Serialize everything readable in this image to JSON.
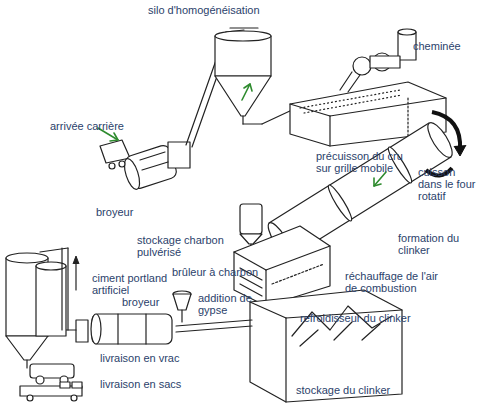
{
  "diagram": {
    "labels": [
      "silo d'homogénéisation",
      "cheminée",
      "arrivée carrière",
      "précuisson du cru sur grille mobile",
      "cuisson dans le four rotatif",
      "broyeur",
      "formation du clinker",
      "stockage charbon pulvérisé",
      "brûleur à charbon",
      "réchauffage de l'air de combustion",
      "ciment portland artificiel",
      "broyeur",
      "addition de gypse",
      "refroidisseur du clinker",
      "livraison en vrac",
      "livraison en sacs",
      "stockage du clinker"
    ]
  }
}
